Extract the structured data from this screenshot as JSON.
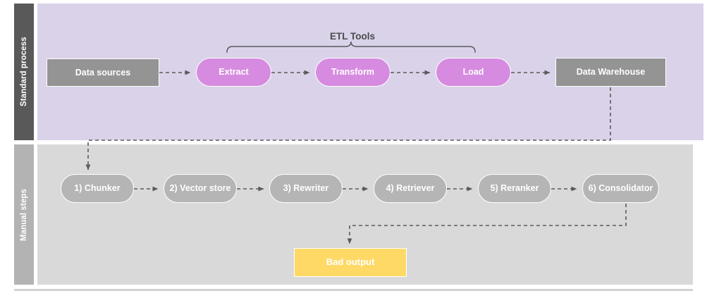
{
  "diagram": {
    "title_visible": false,
    "lanes": [
      {
        "id": "standard",
        "label": "Standard process",
        "band_color": "#D9D2E9",
        "header_color": "#595959"
      },
      {
        "id": "manual",
        "label": "Manual steps",
        "band_color": "#D9D9D9",
        "header_color": "#B3B3B3"
      }
    ],
    "annotations": [
      {
        "id": "etl-tools",
        "label": "ETL Tools",
        "shape": "curly-brace",
        "color": "#4A4A4A"
      }
    ],
    "nodes": [
      {
        "id": "data-sources",
        "label": "Data sources",
        "lane": "standard",
        "shape": "rect",
        "color": "#949494"
      },
      {
        "id": "extract",
        "label": "Extract",
        "lane": "standard",
        "shape": "pill",
        "color": "#D68BE0"
      },
      {
        "id": "transform",
        "label": "Transform",
        "lane": "standard",
        "shape": "pill",
        "color": "#D68BE0"
      },
      {
        "id": "load",
        "label": "Load",
        "lane": "standard",
        "shape": "pill",
        "color": "#D68BE0"
      },
      {
        "id": "data-warehouse",
        "label": "Data Warehouse",
        "lane": "standard",
        "shape": "rect",
        "color": "#949494"
      },
      {
        "id": "chunker",
        "label": "1) Chunker",
        "lane": "manual",
        "shape": "pill",
        "color": "#B5B5B5"
      },
      {
        "id": "vector-store",
        "label": "2) Vector store",
        "lane": "manual",
        "shape": "pill",
        "color": "#B5B5B5"
      },
      {
        "id": "rewriter",
        "label": "3) Rewriter",
        "lane": "manual",
        "shape": "pill",
        "color": "#B5B5B5"
      },
      {
        "id": "retriever",
        "label": "4) Retriever",
        "lane": "manual",
        "shape": "pill",
        "color": "#B5B5B5"
      },
      {
        "id": "reranker",
        "label": "5) Reranker",
        "lane": "manual",
        "shape": "pill",
        "color": "#B5B5B5"
      },
      {
        "id": "consolidator",
        "label": "6) Consolidator",
        "lane": "manual",
        "shape": "pill",
        "color": "#B5B5B5"
      },
      {
        "id": "bad-output",
        "label": "Bad output",
        "lane": "manual",
        "shape": "rect",
        "color": "#FFD966"
      }
    ],
    "edges": [
      {
        "from": "data-sources",
        "to": "extract",
        "style": "dashed",
        "arrow": true
      },
      {
        "from": "extract",
        "to": "transform",
        "style": "dashed",
        "arrow": true
      },
      {
        "from": "transform",
        "to": "load",
        "style": "dashed",
        "arrow": true
      },
      {
        "from": "load",
        "to": "data-warehouse",
        "style": "dashed",
        "arrow": true
      },
      {
        "from": "data-warehouse",
        "to": "chunker",
        "style": "dashed",
        "arrow": true
      },
      {
        "from": "chunker",
        "to": "vector-store",
        "style": "dashed",
        "arrow": true
      },
      {
        "from": "vector-store",
        "to": "rewriter",
        "style": "dashed",
        "arrow": true
      },
      {
        "from": "rewriter",
        "to": "retriever",
        "style": "dashed",
        "arrow": true
      },
      {
        "from": "retriever",
        "to": "reranker",
        "style": "dashed",
        "arrow": true
      },
      {
        "from": "reranker",
        "to": "consolidator",
        "style": "dashed",
        "arrow": true
      },
      {
        "from": "consolidator",
        "to": "bad-output",
        "style": "dashed",
        "arrow": true
      }
    ],
    "edge_color": "#5A5A5A"
  }
}
